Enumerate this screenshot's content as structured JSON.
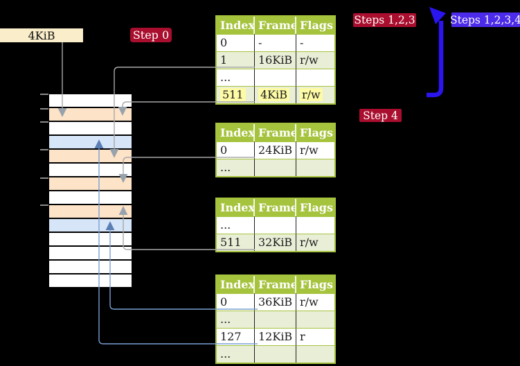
{
  "colors": {
    "background": "#000000",
    "badge_red": "#a90e2e",
    "badge_blue": "#4c2bea",
    "header_green": "#a5c33d",
    "row_green": "#e9eed7",
    "highlight_yellow": "#fdfba5",
    "label_cream": "#f9edca",
    "row_peach": "#fde3c7",
    "row_blue": "#d7e5f8",
    "connector_gray": "#a9a9a9",
    "connector_blue": "#7aa0d4",
    "arrowhead_blue": "#5a7fb5",
    "big_arrow_blue": "#2a15ef"
  },
  "frame_label": {
    "text": "4KiB"
  },
  "badges": {
    "step0": {
      "text": "Step 0"
    },
    "steps123": {
      "text": "Steps 1,2,3"
    },
    "steps1234": {
      "text": "Steps 1,2,3,4"
    },
    "step4": {
      "text": "Step 4"
    }
  },
  "memory_stripe": {
    "rows": [
      "white",
      "peach",
      "white",
      "blue",
      "peach",
      "white",
      "peach",
      "white",
      "peach",
      "blue",
      "white",
      "white",
      "white",
      "white"
    ]
  },
  "tables": [
    {
      "id": "table-1",
      "headers": [
        "Index",
        "Frame",
        "Flags"
      ],
      "rows": [
        {
          "cells": [
            "0",
            "-",
            "-"
          ],
          "shaded": false,
          "highlighted": false
        },
        {
          "cells": [
            "1",
            "16KiB",
            "r/w"
          ],
          "shaded": true,
          "highlighted": false
        },
        {
          "cells": [
            "...",
            "",
            ""
          ],
          "shaded": false,
          "highlighted": false
        },
        {
          "cells": [
            "511",
            "4KiB",
            "r/w"
          ],
          "shaded": true,
          "highlighted": true
        }
      ]
    },
    {
      "id": "table-2",
      "headers": [
        "Index",
        "Frame",
        "Flags"
      ],
      "rows": [
        {
          "cells": [
            "0",
            "24KiB",
            "r/w"
          ],
          "shaded": false,
          "highlighted": false
        },
        {
          "cells": [
            "...",
            "",
            ""
          ],
          "shaded": true,
          "highlighted": false
        }
      ]
    },
    {
      "id": "table-3",
      "headers": [
        "Index",
        "Frame",
        "Flags"
      ],
      "rows": [
        {
          "cells": [
            "...",
            "",
            ""
          ],
          "shaded": false,
          "highlighted": false
        },
        {
          "cells": [
            "511",
            "32KiB",
            "r/w"
          ],
          "shaded": true,
          "highlighted": false
        }
      ]
    },
    {
      "id": "table-4",
      "headers": [
        "Index",
        "Frame",
        "Flags"
      ],
      "rows": [
        {
          "cells": [
            "0",
            "36KiB",
            "r/w"
          ],
          "shaded": false,
          "highlighted": false
        },
        {
          "cells": [
            "...",
            "",
            ""
          ],
          "shaded": true,
          "highlighted": false
        },
        {
          "cells": [
            "127",
            "12KiB",
            "r"
          ],
          "shaded": false,
          "highlighted": false
        },
        {
          "cells": [
            "...",
            "",
            ""
          ],
          "shaded": true,
          "highlighted": false
        }
      ]
    }
  ]
}
